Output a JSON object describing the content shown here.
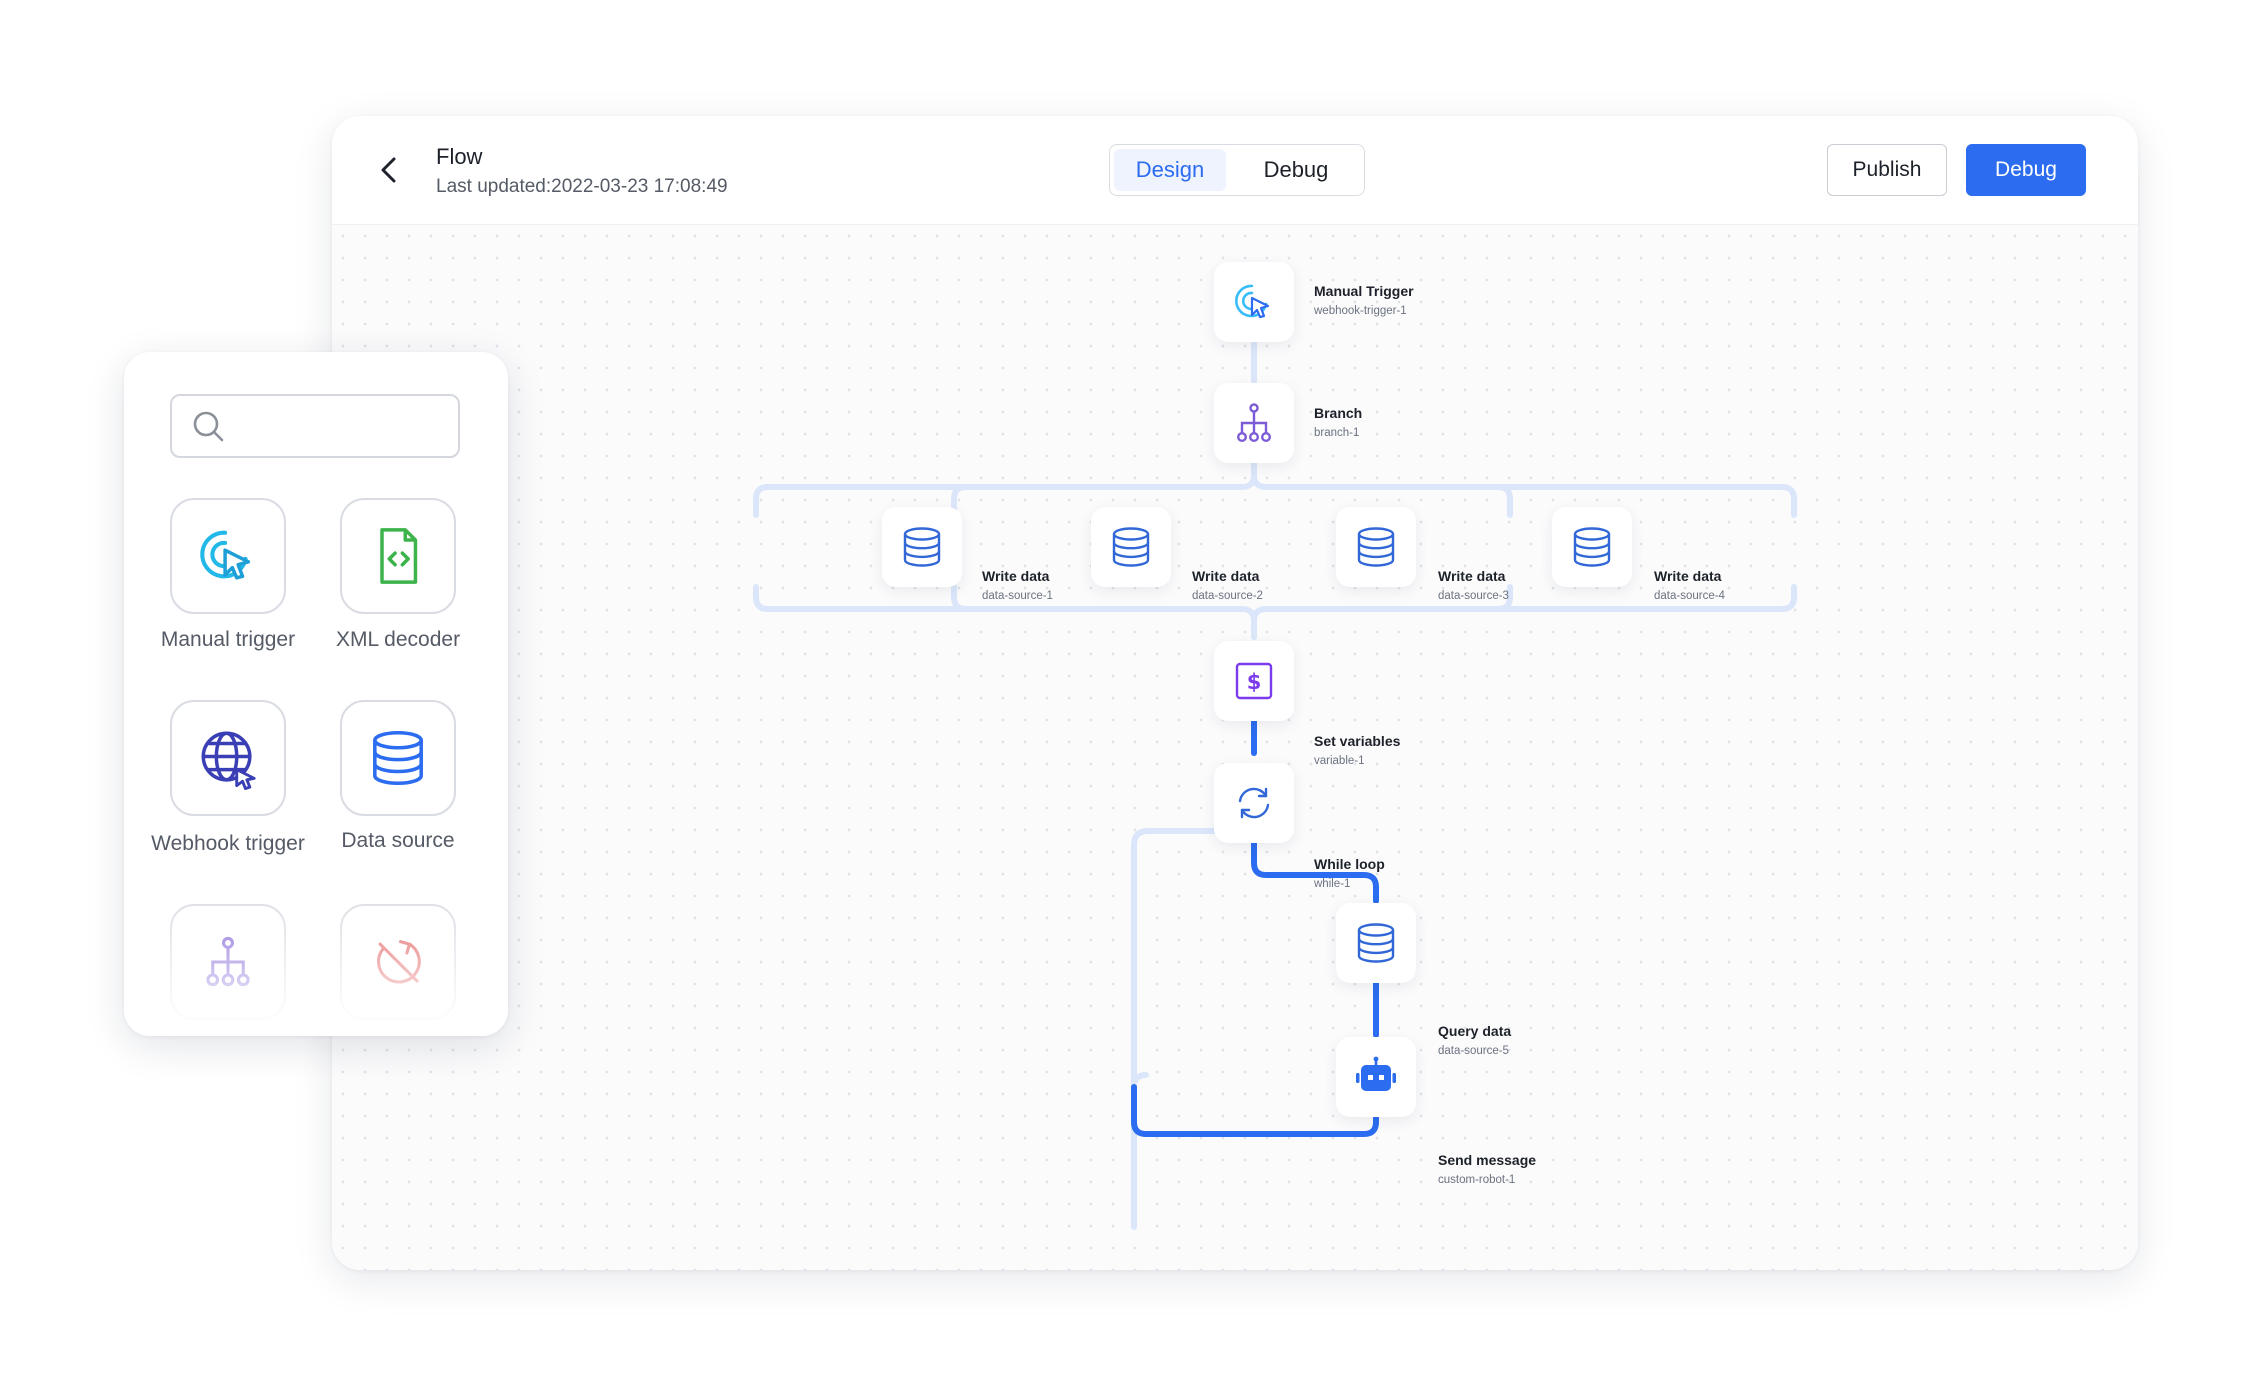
{
  "header": {
    "title": "Flow",
    "last_updated": "Last updated:2022-03-23 17:08:49",
    "tabs": [
      {
        "label": "Design",
        "active": true
      },
      {
        "label": "Debug",
        "active": false
      }
    ],
    "publish_label": "Publish",
    "debug_label": "Debug"
  },
  "colors": {
    "accent": "#2c6cf0",
    "line_light": "#dbe6fb",
    "line_active": "#2c6cf0"
  },
  "flow": {
    "nodes": [
      {
        "title": "Manual Trigger",
        "id": "webhook-trigger-1",
        "icon": "cursor-click-icon"
      },
      {
        "title": "Branch",
        "id": "branch-1",
        "icon": "branch-icon"
      },
      {
        "title": "Write data",
        "id": "data-source-1",
        "icon": "database-icon"
      },
      {
        "title": "Write data",
        "id": "data-source-2",
        "icon": "database-icon"
      },
      {
        "title": "Write data",
        "id": "data-source-3",
        "icon": "database-icon"
      },
      {
        "title": "Write data",
        "id": "data-source-4",
        "icon": "database-icon"
      },
      {
        "title": "Set variables",
        "id": "variable-1",
        "icon": "dollar-variable-icon"
      },
      {
        "title": "While loop",
        "id": "while-1",
        "icon": "loop-icon"
      },
      {
        "title": "Query data",
        "id": "data-source-5",
        "icon": "database-icon"
      },
      {
        "title": "Send message",
        "id": "custom-robot-1",
        "icon": "robot-icon"
      }
    ]
  },
  "palette": {
    "search_placeholder": "",
    "items": [
      {
        "label": "Manual trigger",
        "icon": "cursor-click-icon"
      },
      {
        "label": "XML decoder",
        "icon": "xml-file-icon"
      },
      {
        "label": "Webhook trigger",
        "icon": "globe-icon"
      },
      {
        "label": "Data source",
        "icon": "database-icon"
      },
      {
        "label": "",
        "icon": "branch-icon"
      },
      {
        "label": "",
        "icon": "clock-off-icon"
      }
    ]
  }
}
